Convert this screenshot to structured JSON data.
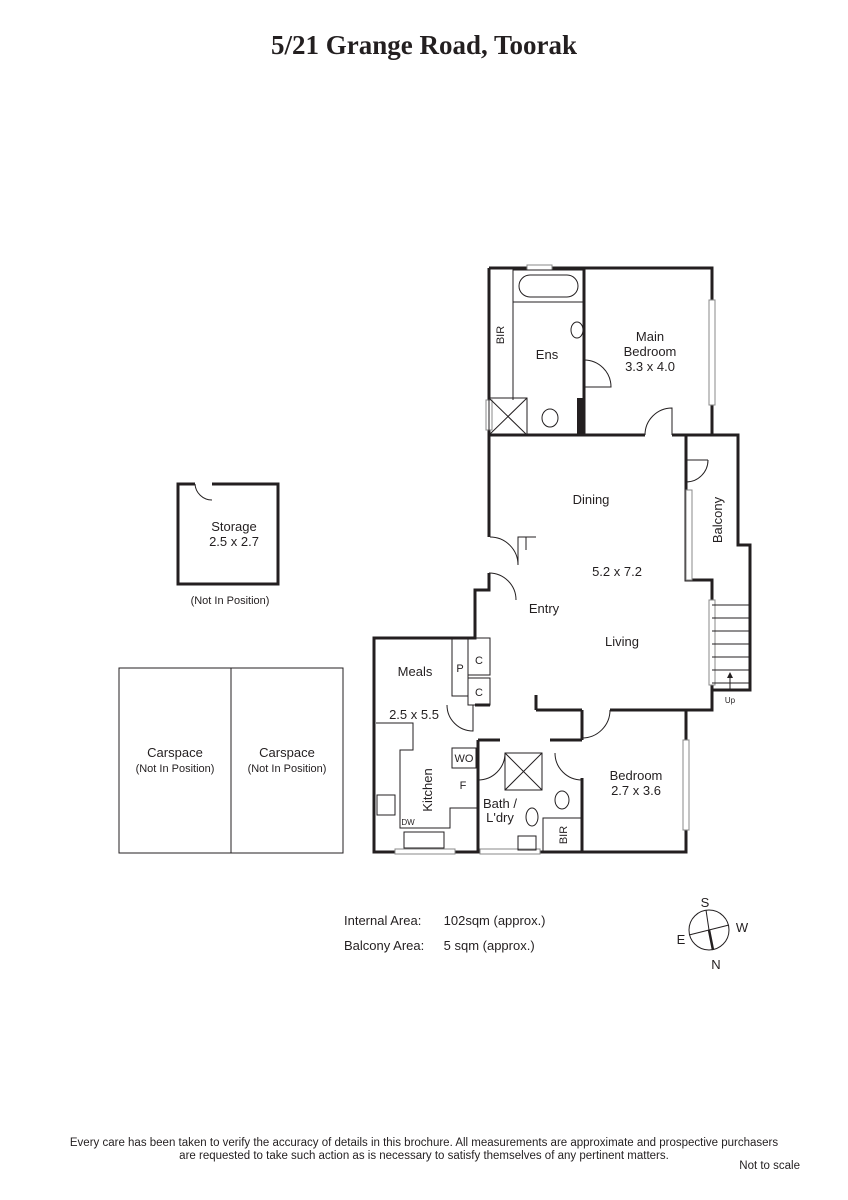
{
  "title": "5/21 Grange Road, Toorak",
  "rooms": {
    "ens": "Ens",
    "bir_main": "BIR",
    "main_bedroom": "Main",
    "main_bedroom_2": "Bedroom",
    "main_bedroom_dim": "3.3 x 4.0",
    "dining": "Dining",
    "living_dim": "5.2 x 7.2",
    "living": "Living",
    "entry": "Entry",
    "balcony": "Balcony",
    "stairs_up": "Up",
    "meals": "Meals",
    "meals_dim": "2.5 x 5.5",
    "pantry": "P",
    "cupboard_1": "C",
    "cupboard_2": "C",
    "kitchen": "Kitchen",
    "wo": "WO",
    "fridge": "F",
    "dw": "DW",
    "bath": "Bath /",
    "bath_2": "L'dry",
    "bir_bed": "BIR",
    "bedroom": "Bedroom",
    "bedroom_dim": "2.7 x 3.6",
    "storage": "Storage",
    "storage_dim": "2.5 x 2.7",
    "storage_note": "(Not In Position)",
    "carspace_1": "Carspace",
    "carspace_1_note": "(Not In Position)",
    "carspace_2": "Carspace",
    "carspace_2_note": "(Not In Position)"
  },
  "areas": {
    "internal_label": "Internal Area:",
    "internal_value": "102sqm (approx.)",
    "balcony_label": "Balcony Area:",
    "balcony_value": "5 sqm (approx.)"
  },
  "compass": {
    "s": "S",
    "w": "W",
    "e": "E",
    "n": "N"
  },
  "disclaimer_1": "Every care has been taken to verify the accuracy of details in this brochure.  All measurements are approximate and prospective purchasers",
  "disclaimer_2": "are requested to take such action as is necessary to satisfy themselves of any pertinent matters.",
  "not_to_scale": "Not to scale"
}
